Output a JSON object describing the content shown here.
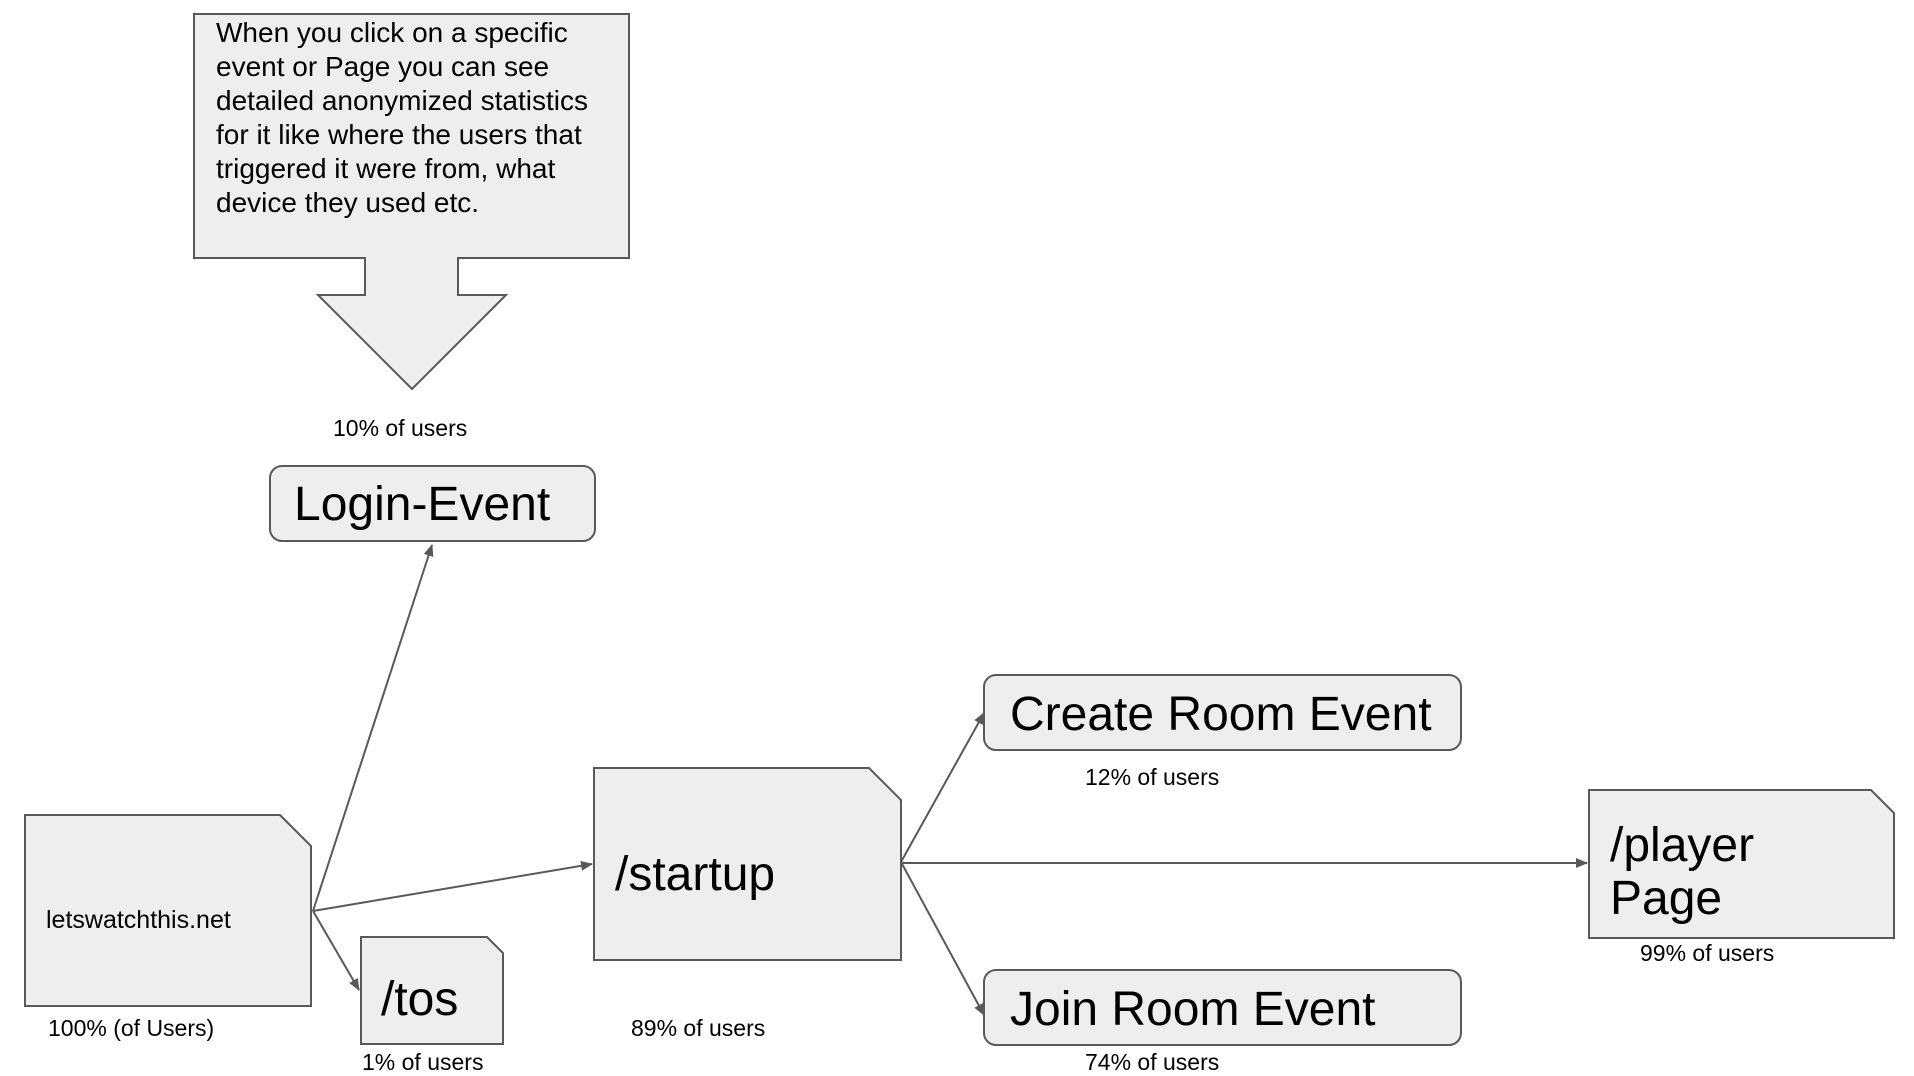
{
  "callout": {
    "text": "When you click on a specific event or Page you can see detailed anonymized statistics for it like where the users that triggered it were from, what device they used etc."
  },
  "nodes": {
    "site": {
      "label": "letswatchthis.net",
      "stat": "100% (of Users)"
    },
    "tos": {
      "label": "/tos",
      "stat": "1% of users"
    },
    "login": {
      "label": "Login-Event",
      "stat": "10% of users"
    },
    "startup": {
      "label": "/startup",
      "stat": "89% of users"
    },
    "create_room": {
      "label": "Create Room Event",
      "stat": "12% of users"
    },
    "join_room": {
      "label": "Join Room Event",
      "stat": "74% of users"
    },
    "player": {
      "label_line1": "/player",
      "label_line2": "Page",
      "stat": "99% of users"
    }
  },
  "colors": {
    "shape_fill": "#eeeeee",
    "shape_stroke": "#595959",
    "edge": "#595959",
    "text": "#000000"
  }
}
